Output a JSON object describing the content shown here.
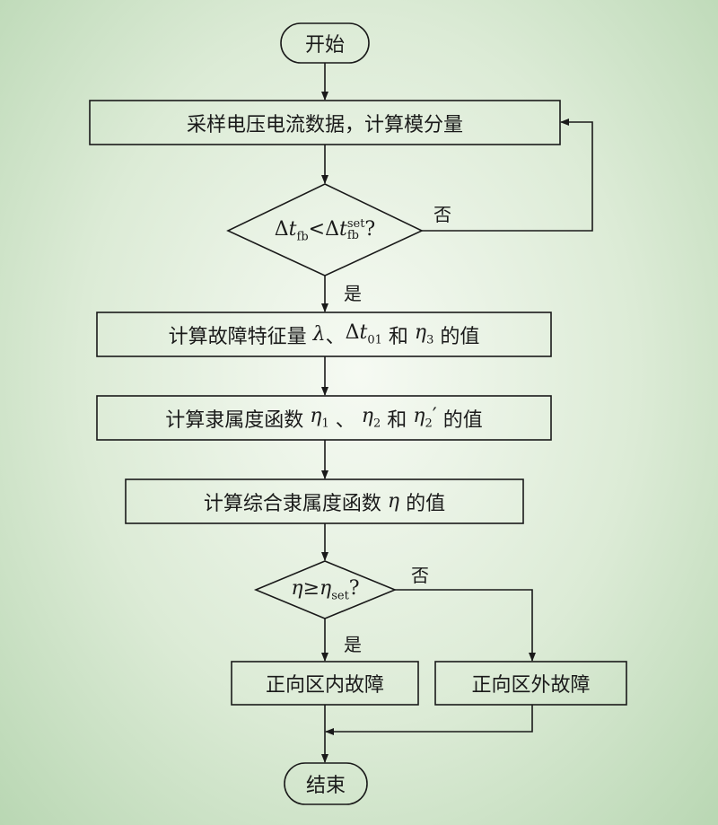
{
  "nodes": {
    "start": "开始",
    "sample": "采样电压电流数据，计算模分量",
    "decision1": {
      "delta": "Δ",
      "t": "t",
      "sub": "fb",
      "lt": "<",
      "delta2": "Δ",
      "t2": "t",
      "sub2": "fb",
      "sup2": "set",
      "q": "?"
    },
    "calc_features": {
      "prefix": "计算故障特征量",
      "lambda": "λ",
      "sep": "、",
      "delta": "Δ",
      "t": "t",
      "t_sub": "01",
      "and": "和",
      "eta": "η",
      "eta_sub": "3",
      "suffix": "的值"
    },
    "calc_membership": {
      "prefix": "计算隶属度函数",
      "eta1": "η",
      "eta1_sub": "1",
      "sep": "、",
      "eta2": "η",
      "eta2_sub": "2",
      "and": "和",
      "eta2p": "η",
      "eta2p_sub": "2",
      "eta2p_sup": "′",
      "suffix": "的值"
    },
    "calc_comprehensive": {
      "prefix": "计算综合隶属度函数",
      "eta": "η",
      "suffix": "的值"
    },
    "decision2": {
      "eta": "η",
      "ge": "≥",
      "eta_set": "η",
      "eta_set_sub": "set",
      "q": "?"
    },
    "internal_fault": "正向区内故障",
    "external_fault": "正向区外故障",
    "end": "结束"
  },
  "edge_labels": {
    "no1": "否",
    "yes1": "是",
    "no2": "否",
    "yes2": "是"
  }
}
